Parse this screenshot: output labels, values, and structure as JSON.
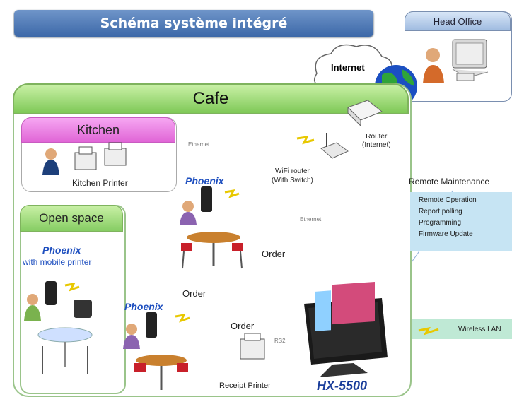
{
  "title": "Schéma système intégré",
  "head_office": {
    "label": "Head Office"
  },
  "internet": {
    "label": "Internet"
  },
  "cafe": {
    "label": "Cafe"
  },
  "kitchen": {
    "label": "Kitchen",
    "printer_label": "Kitchen Printer"
  },
  "open_space": {
    "label": "Open space",
    "phoenix": "Phoenix",
    "sub": "with mobile printer"
  },
  "router": {
    "label_line1": "Router",
    "label_line2": "(Internet)"
  },
  "wifi": {
    "label_line1": "WiFi router",
    "label_line2": "(With Switch)"
  },
  "links": {
    "ethernet_top": "Ethernet",
    "ethernet_mid": "Ethernet",
    "rs2": "RS2"
  },
  "phoenix_a": "Phoenix",
  "phoenix_b": "Phoenix",
  "orders": [
    "Order",
    "Order",
    "Order"
  ],
  "remote": {
    "title": "Remote Maintenance",
    "items": [
      "Remote Operation",
      "Report polling",
      "Programming",
      "Firmware Update"
    ]
  },
  "legend": {
    "wireless": "Wireless LAN"
  },
  "receipt_printer": "Receipt Printer",
  "terminal": "HX-5500",
  "colors": {
    "banner": "#3c68a8",
    "cafe_green": "#86cd63",
    "kitchen_pink": "#e065d6",
    "phoenix_blue": "#1e4fbf"
  }
}
